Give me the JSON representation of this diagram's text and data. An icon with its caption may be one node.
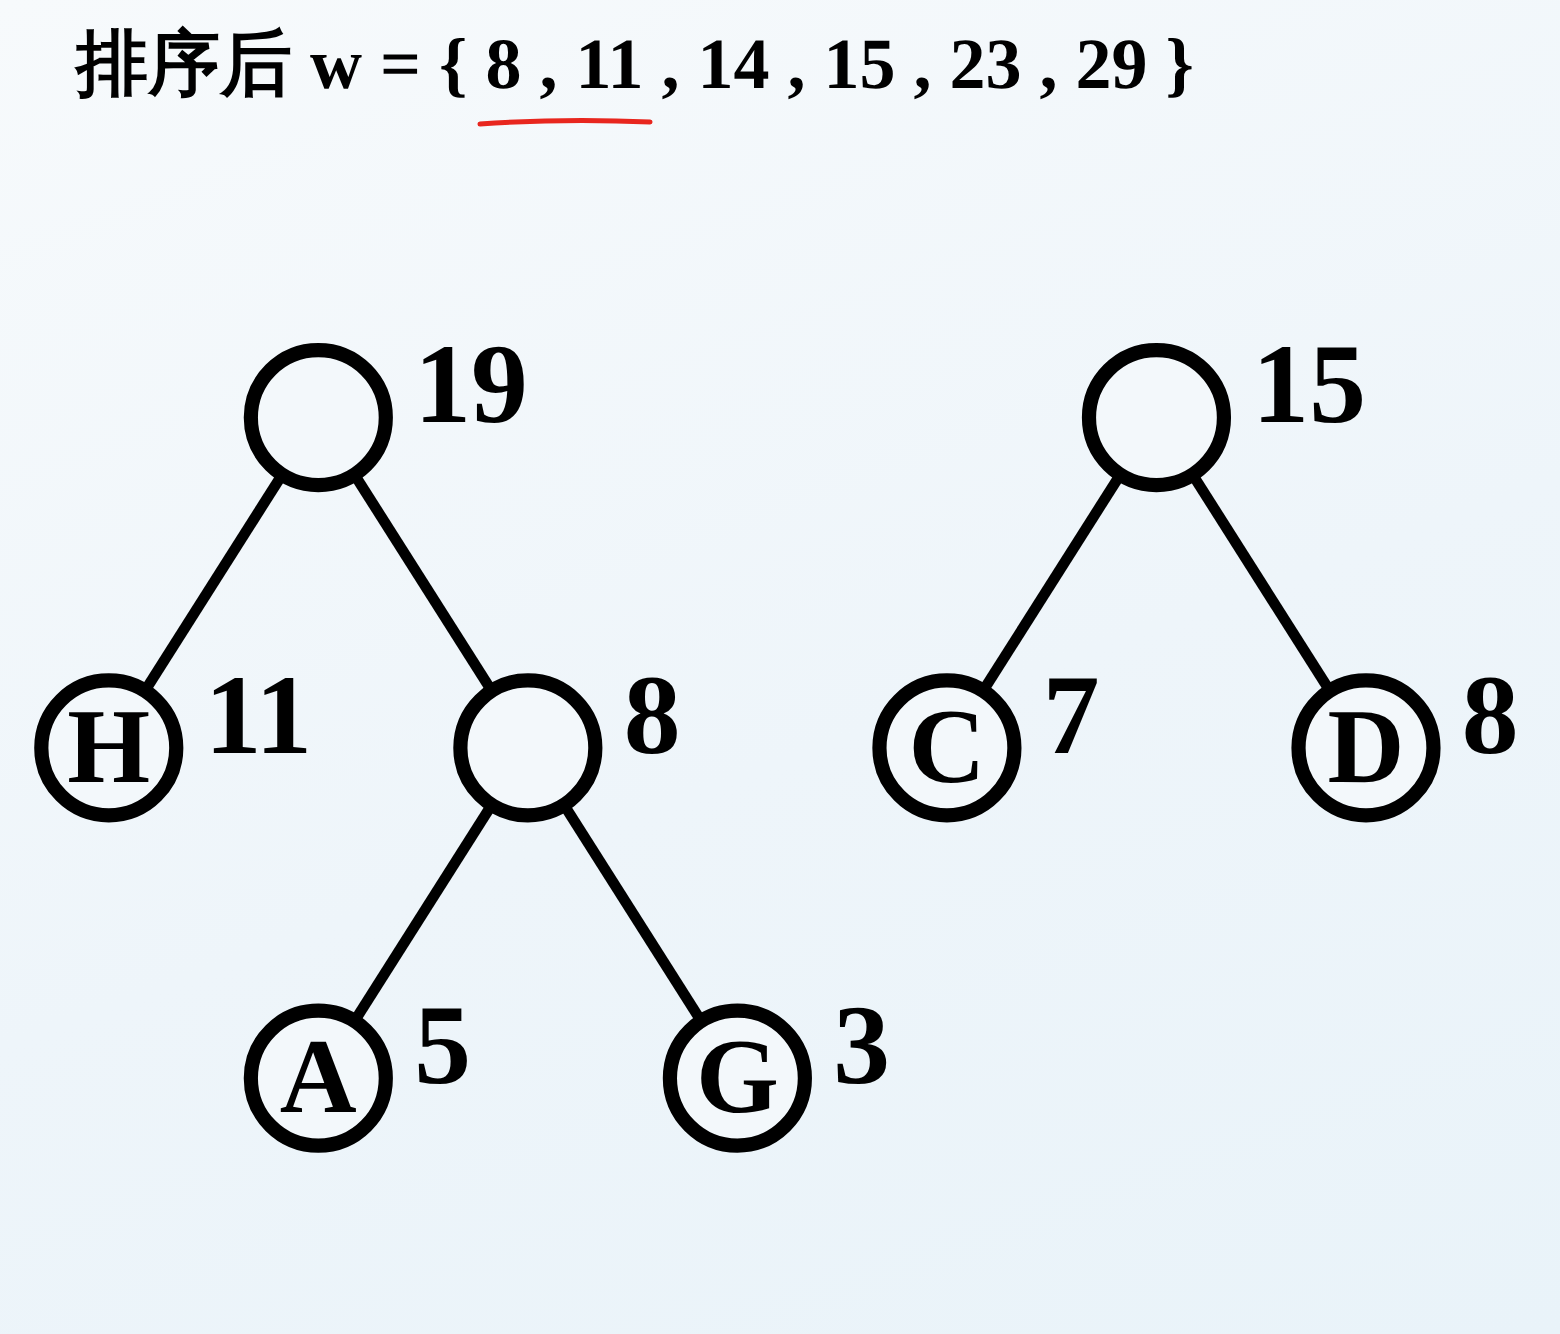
{
  "diagram": {
    "title": "排序后 w = { 8 , 11 , 14 , 15 , 23 , 29 }",
    "nodes": [
      {
        "text": [],
        "shape": "circle",
        "beside": [
          "19"
        ]
      },
      {
        "text": [
          "H"
        ],
        "beside": [
          "11"
        ]
      },
      {
        "text": [],
        "shape": "circle",
        "beside": [
          "8"
        ]
      },
      {
        "text": [
          "A"
        ],
        "beside": [
          "5"
        ]
      },
      {
        "text": [
          "G"
        ],
        "beside": [
          "3"
        ]
      },
      {
        "text": [],
        "shape": "circle",
        "beside": [
          "15"
        ]
      },
      {
        "text": [
          "C"
        ],
        "beside": [
          "7"
        ]
      },
      {
        "text": [
          "D"
        ],
        "beside": [
          "8"
        ]
      }
    ],
    "edges": [
      {
        "from": 0,
        "to": 1,
        "arrow": "none"
      },
      {
        "from": 0,
        "to": 2,
        "arrow": "none"
      },
      {
        "from": 2,
        "to": 3,
        "arrow": "none"
      },
      {
        "from": 2,
        "to": 4,
        "arrow": "none"
      },
      {
        "from": 5,
        "to": 6,
        "arrow": "none"
      },
      {
        "from": 5,
        "to": 7,
        "arrow": "none"
      }
    ]
  }
}
